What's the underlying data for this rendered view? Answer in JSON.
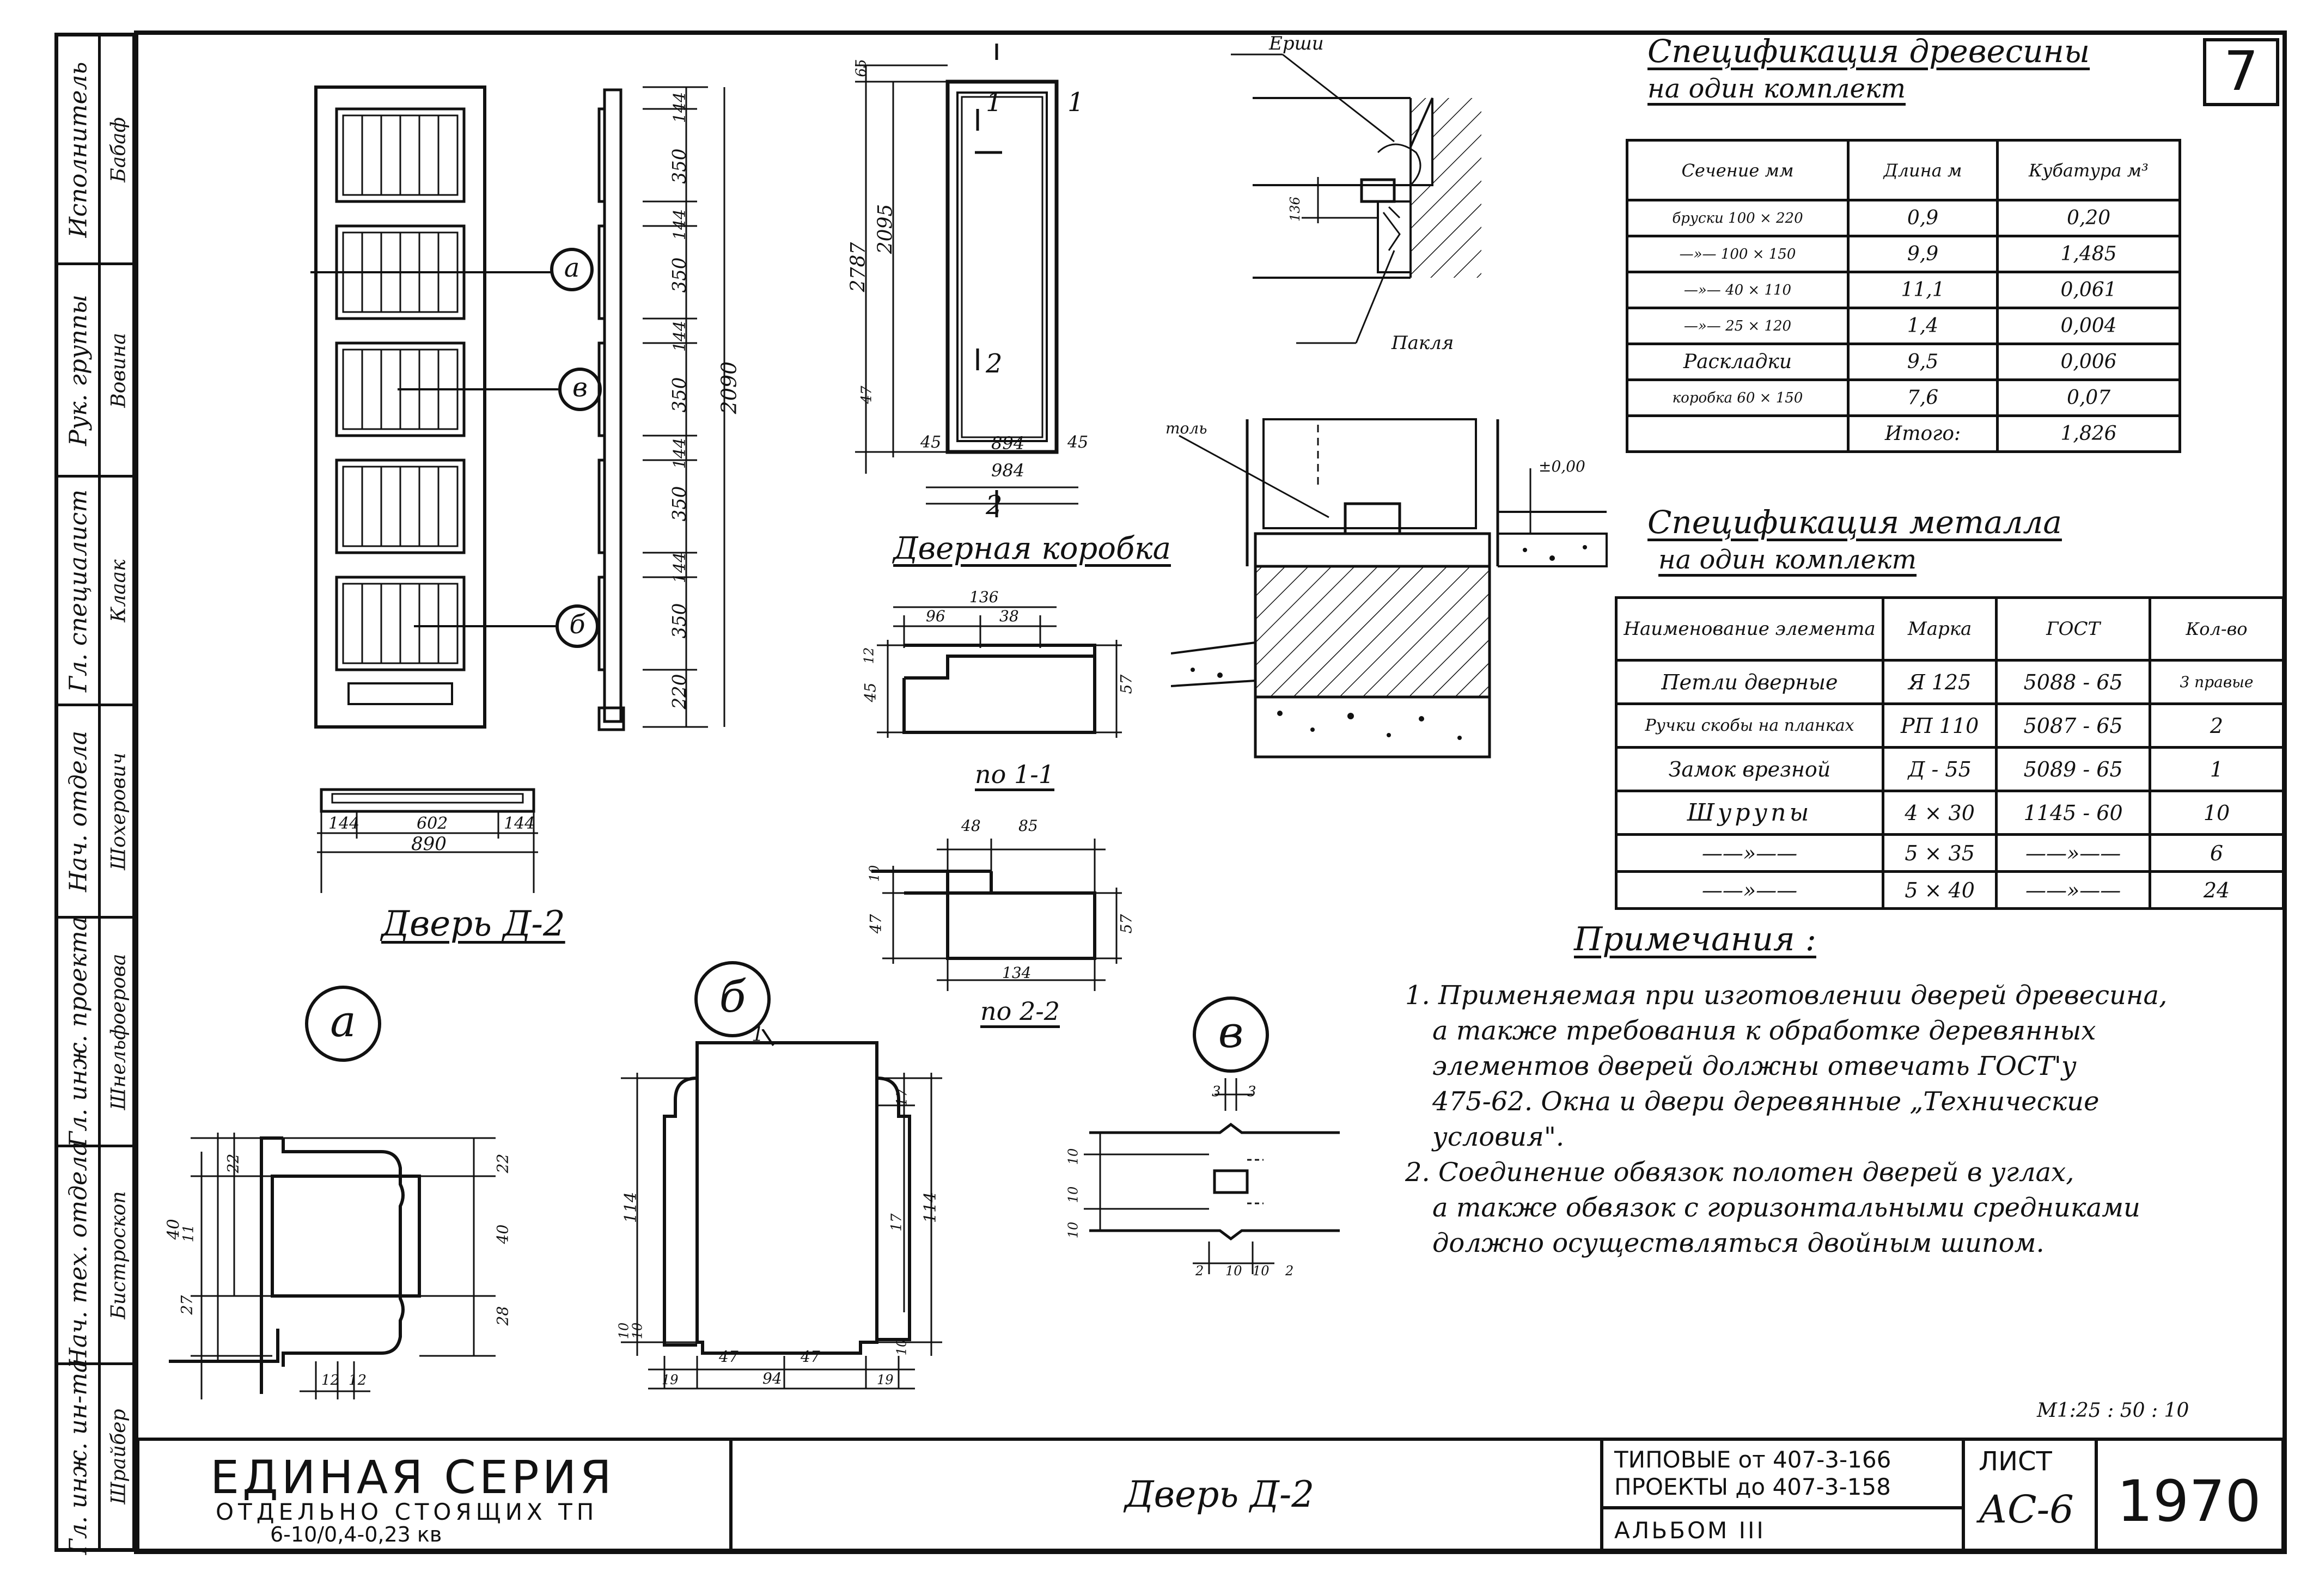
{
  "sheet_number": "7",
  "stamp": {
    "rows": [
      {
        "role": "Исполнитель",
        "name": "Бабаф"
      },
      {
        "role": "Рук. группы",
        "name": "Вовина"
      },
      {
        "role": "Гл. специалист",
        "name": "Клаак"
      },
      {
        "role": "Нач. отдела",
        "name": "Шохерович"
      },
      {
        "role": "Гл. инж. проекта",
        "name": "Шнельфоерова"
      },
      {
        "role": "Нач. тех. отдела",
        "name": "Бистроскоп"
      },
      {
        "role": "Гл. инж. ин-та",
        "name": "Шрайбер"
      }
    ]
  },
  "drawings": {
    "door_title": "Дверь Д-2",
    "frame_title": "Дверная коробка",
    "section_1_1": "по 1-1",
    "section_2_2": "по 2-2",
    "callout_a": "а",
    "callout_b": "б",
    "callout_v": "в",
    "label_ershi": "Ерши",
    "label_paklya": "Пакля",
    "label_tol": "толь",
    "elev_mark": "±0,00",
    "scale": "М1:25 : 50 : 10",
    "door_dims": {
      "panel_heights": [
        "144",
        "350",
        "144",
        "350",
        "144",
        "350",
        "144",
        "350",
        "144",
        "350",
        "220"
      ],
      "total_height": "2090",
      "width_parts": [
        "144",
        "602",
        "144"
      ],
      "total_width": "890"
    },
    "frame_dims": {
      "top": "65",
      "bottom": "47",
      "inner_height": "2095",
      "outer_height": "2787",
      "width_parts": [
        "45",
        "894",
        "45"
      ],
      "total_width": "984",
      "sec_1": "1",
      "sec_2": "2"
    },
    "section_1_1_dims": [
      "136",
      "96",
      "38",
      "12",
      "45",
      "57"
    ],
    "section_2_2_dims": [
      "48",
      "85",
      "10",
      "47",
      "57",
      "134"
    ],
    "detail_a_dims": [
      "27",
      "40",
      "22",
      "22",
      "40",
      "28",
      "12",
      "12",
      "11"
    ],
    "detail_b_dims": [
      "114",
      "114",
      "17",
      "17",
      "10",
      "10",
      "10",
      "47",
      "47",
      "94",
      "19",
      "19",
      "1"
    ],
    "detail_v_dims": [
      "3",
      "3",
      "10",
      "10",
      "10",
      "2",
      "10",
      "10",
      "2"
    ]
  },
  "wood_spec": {
    "title": "Спецификация древесины",
    "subtitle": "на один комплект",
    "headers": [
      "Сечение мм",
      "Длина м",
      "Кубатура м³"
    ],
    "rows": [
      [
        "бруски 100 × 220",
        "0,9",
        "0,20"
      ],
      [
        "—»— 100 × 150",
        "9,9",
        "1,485"
      ],
      [
        "—»— 40 × 110",
        "11,1",
        "0,061"
      ],
      [
        "—»— 25 × 120",
        "1,4",
        "0,004"
      ],
      [
        "Раскладки",
        "9,5",
        "0,006"
      ],
      [
        "коробка 60 × 150",
        "7,6",
        "0,07"
      ],
      [
        "",
        "Итого:",
        "1,826"
      ]
    ]
  },
  "metal_spec": {
    "title": "Спецификация металла",
    "subtitle": "на один комплект",
    "headers": [
      "Наименование элемента",
      "Марка",
      "ГОСТ",
      "Кол-во"
    ],
    "rows": [
      [
        "Петли дверные",
        "Я 125",
        "5088 - 65",
        "3 правые"
      ],
      [
        "Ручки скобы на планках",
        "РП 110",
        "5087 - 65",
        "2"
      ],
      [
        "Замок врезной",
        "Д - 55",
        "5089 - 65",
        "1"
      ],
      [
        "Шурупы",
        "4 × 30",
        "1145 - 60",
        "10"
      ],
      [
        "——»——",
        "5 × 35",
        "——»——",
        "6"
      ],
      [
        "——»——",
        "5 × 40",
        "——»——",
        "24"
      ]
    ]
  },
  "notes": {
    "title": "Примечания :",
    "lines": [
      "1. Применяемая при изготовлении дверей древесина,",
      "а также требования к обработке деревянных",
      "элементов дверей должны отвечать ГОСТ'у",
      "475-62. Окна и двери деревянные „Технические",
      "условия\".",
      "2. Соединение обвязок полотен дверей в углах,",
      "а также обвязок с горизонтальными средниками",
      "должно осуществляться двойным шипом."
    ]
  },
  "title_block": {
    "series_1": "ЕДИНАЯ СЕРИЯ",
    "series_2": "ОТДЕЛЬНО СТОЯЩИХ ТП",
    "series_3": "6-10/0,4-0,23 кв",
    "drawing_name": "Дверь Д-2",
    "typical_1": "ТИПОВЫЕ от 407-3-166",
    "typical_2": "ПРОЕКТЫ до 407-3-158",
    "album": "АЛЬБОМ III",
    "sheet_label": "ЛИСТ",
    "sheet_code": "АС-6",
    "year": "1970"
  },
  "colors": {
    "ink": "#111111",
    "paper": "#ffffff"
  }
}
